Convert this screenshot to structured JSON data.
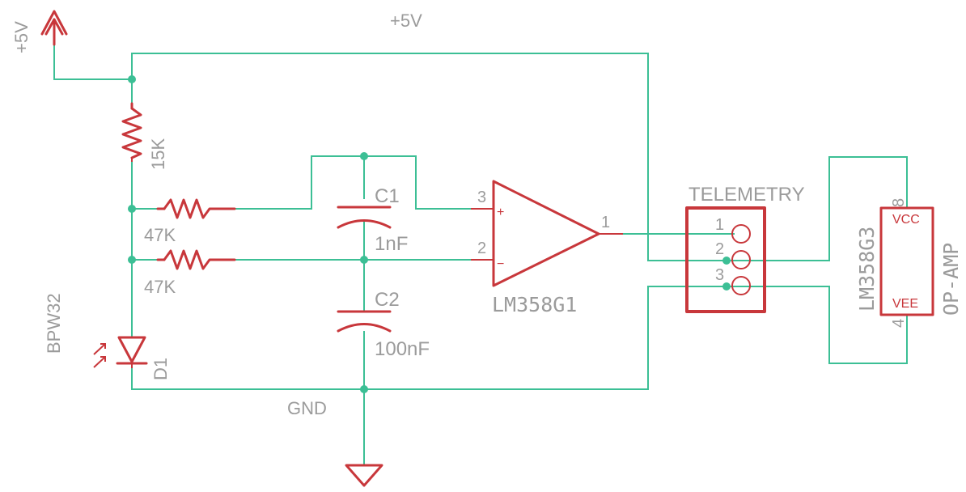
{
  "power": {
    "supply_label": "+5V",
    "supply_symbol_label": "+5V",
    "ground_label": "GND"
  },
  "components": {
    "r_top": {
      "value": "15K"
    },
    "r_mid": {
      "value": "47K"
    },
    "r_low": {
      "value": "47K"
    },
    "c1": {
      "name": "C1",
      "value": "1nF"
    },
    "c2": {
      "name": "C2",
      "value": "100nF"
    },
    "d1": {
      "name": "D1",
      "value": "BPW32"
    },
    "u1": {
      "name": "LM358G1",
      "pin_plus": "3",
      "pin_minus": "2",
      "pin_out": "1",
      "plus_sign": "+",
      "minus_sign": "−"
    },
    "connector": {
      "name": "TELEMETRY",
      "pins": [
        "1",
        "2",
        "3"
      ]
    },
    "u3": {
      "name": "LM358G3",
      "value": "OP-AMP",
      "vcc": "VCC",
      "vee": "VEE",
      "pin_vcc": "8",
      "pin_vee": "4"
    }
  },
  "colors": {
    "wire": "#3cbf95",
    "component": "#c8373b",
    "label": "#9b9b9b"
  }
}
